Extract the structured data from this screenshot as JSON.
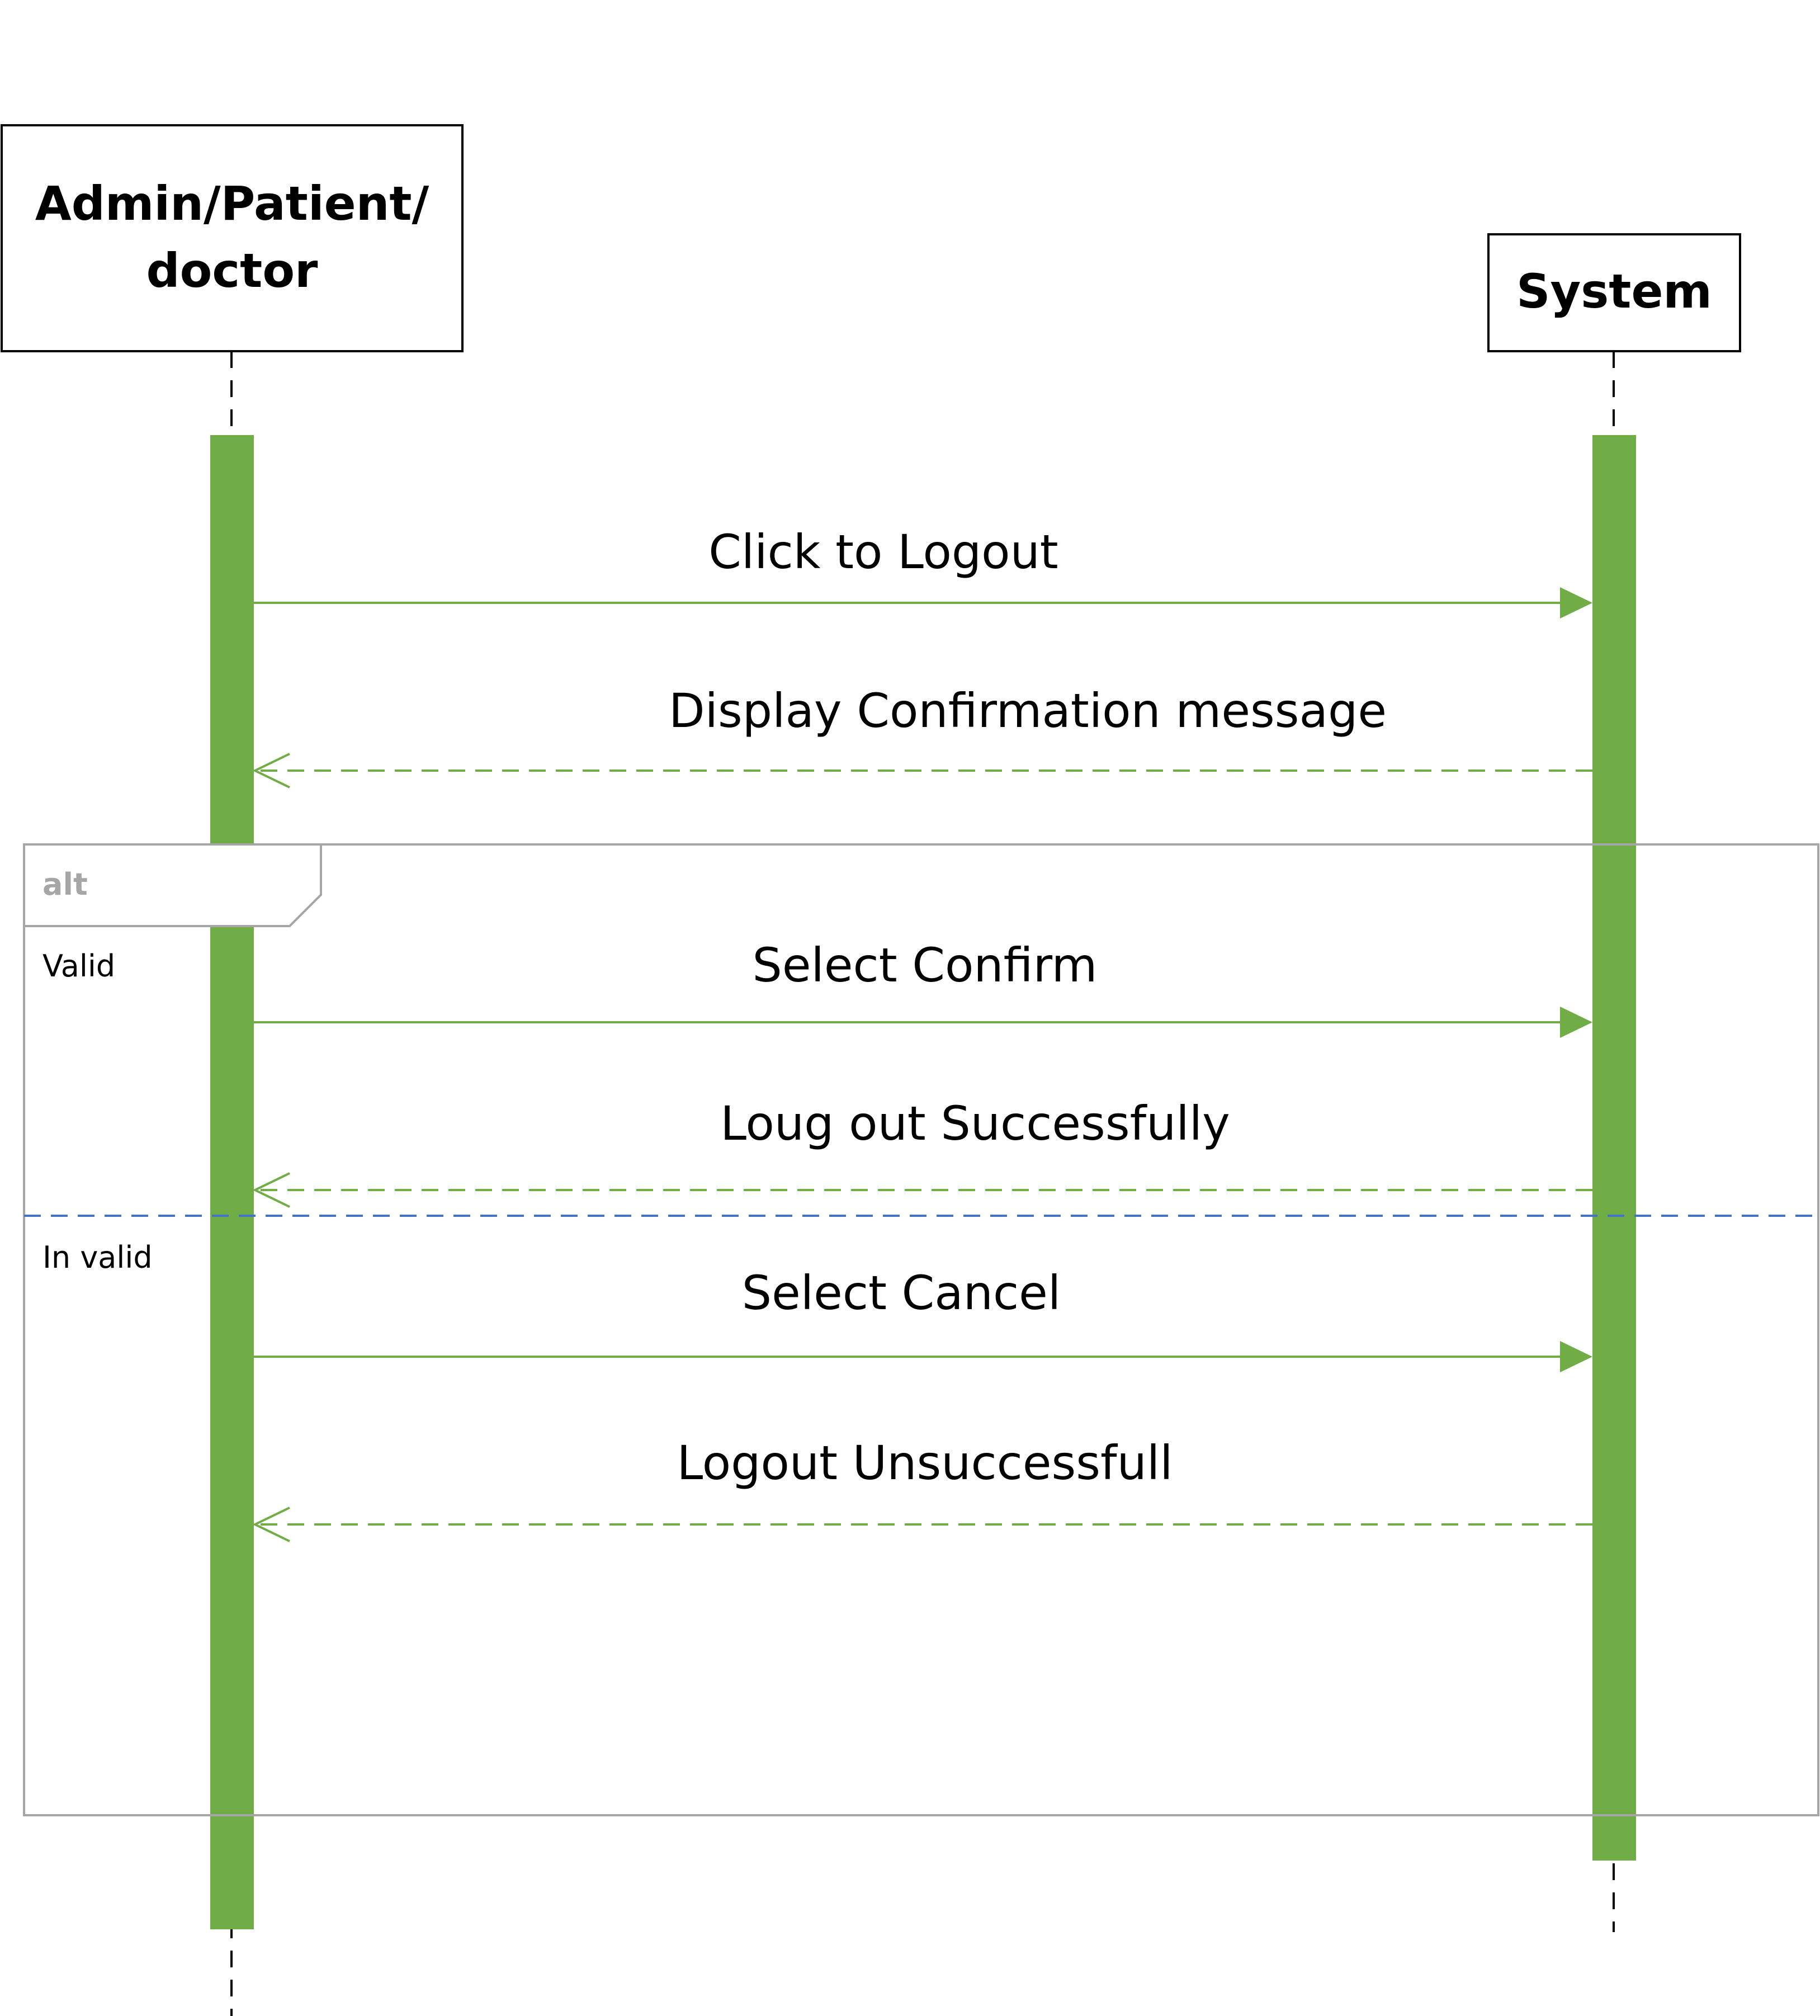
{
  "participants": {
    "actor": {
      "line1": "Admin/Patient/",
      "line2": "doctor"
    },
    "system": {
      "name": "System"
    }
  },
  "messages": {
    "m1": {
      "label": "Click to Logout",
      "kind": "synchronous"
    },
    "m2": {
      "label": "Display Confirmation message",
      "kind": "reply"
    },
    "m3": {
      "label": "Select Confirm",
      "kind": "synchronous"
    },
    "m4": {
      "label": "Loug out Successfully",
      "kind": "reply"
    },
    "m5": {
      "label": "Select Cancel",
      "kind": "synchronous"
    },
    "m6": {
      "label": "Logout Unsuccessfull",
      "kind": "reply"
    }
  },
  "fragment": {
    "operator": "alt",
    "guards": {
      "first": "Valid",
      "second": "In valid"
    }
  },
  "colors": {
    "activation": "#70ad47",
    "message_line": "#70ad47",
    "fragment_border": "#a6a6a6",
    "operand_separator": "#4472c4",
    "box_border": "#000000"
  }
}
